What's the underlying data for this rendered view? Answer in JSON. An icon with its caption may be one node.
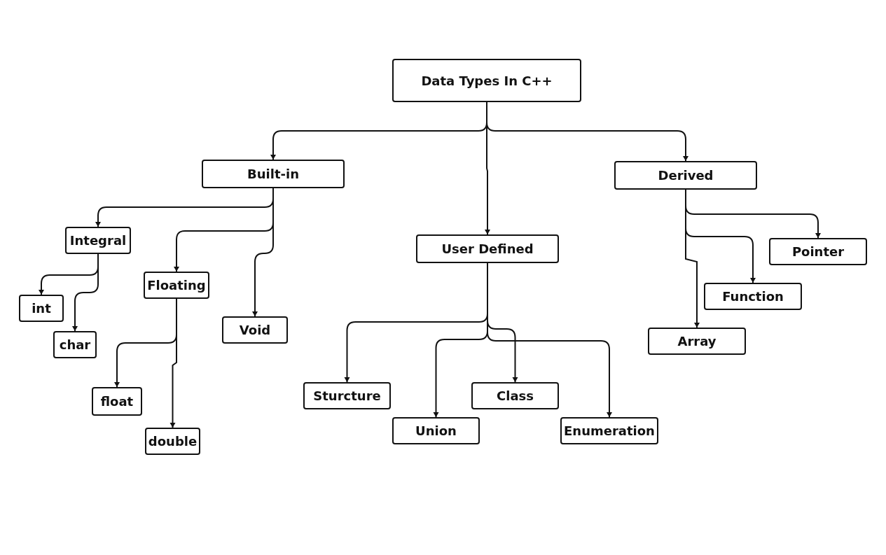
{
  "diagram": {
    "nodes": [
      {
        "text": [
          "Data Types In C++"
        ]
      },
      {
        "text": [
          "Built-in"
        ]
      },
      {
        "text": [
          "Derived"
        ]
      },
      {
        "text": [
          "Integral"
        ]
      },
      {
        "text": [
          "User Defined"
        ]
      },
      {
        "text": [
          "Pointer"
        ]
      },
      {
        "text": [
          "Floating"
        ]
      },
      {
        "text": [
          "Function"
        ]
      },
      {
        "text": [
          "int"
        ]
      },
      {
        "text": [
          "Void"
        ]
      },
      {
        "text": [
          "Array"
        ]
      },
      {
        "text": [
          "char"
        ]
      },
      {
        "text": [
          "Sturcture"
        ]
      },
      {
        "text": [
          "Class"
        ]
      },
      {
        "text": [
          "float"
        ]
      },
      {
        "text": [
          "Union"
        ]
      },
      {
        "text": [
          "Enumeration"
        ]
      },
      {
        "text": [
          "double"
        ]
      }
    ],
    "edges": [
      {
        "from": 0,
        "to": 1,
        "arrow": "to"
      },
      {
        "from": 0,
        "to": 4,
        "arrow": "to"
      },
      {
        "from": 0,
        "to": 2,
        "arrow": "to"
      },
      {
        "from": 1,
        "to": 3,
        "arrow": "to"
      },
      {
        "from": 1,
        "to": 6,
        "arrow": "to"
      },
      {
        "from": 1,
        "to": 9,
        "arrow": "to"
      },
      {
        "from": 3,
        "to": 8,
        "arrow": "to"
      },
      {
        "from": 3,
        "to": 11,
        "arrow": "to"
      },
      {
        "from": 6,
        "to": 14,
        "arrow": "to"
      },
      {
        "from": 6,
        "to": 17,
        "arrow": "to"
      },
      {
        "from": 4,
        "to": 12,
        "arrow": "to"
      },
      {
        "from": 4,
        "to": 15,
        "arrow": "to"
      },
      {
        "from": 4,
        "to": 13,
        "arrow": "to"
      },
      {
        "from": 4,
        "to": 16,
        "arrow": "to"
      },
      {
        "from": 2,
        "to": 5,
        "arrow": "to"
      },
      {
        "from": 2,
        "to": 7,
        "arrow": "to"
      },
      {
        "from": 2,
        "to": 10,
        "arrow": "to"
      }
    ]
  }
}
